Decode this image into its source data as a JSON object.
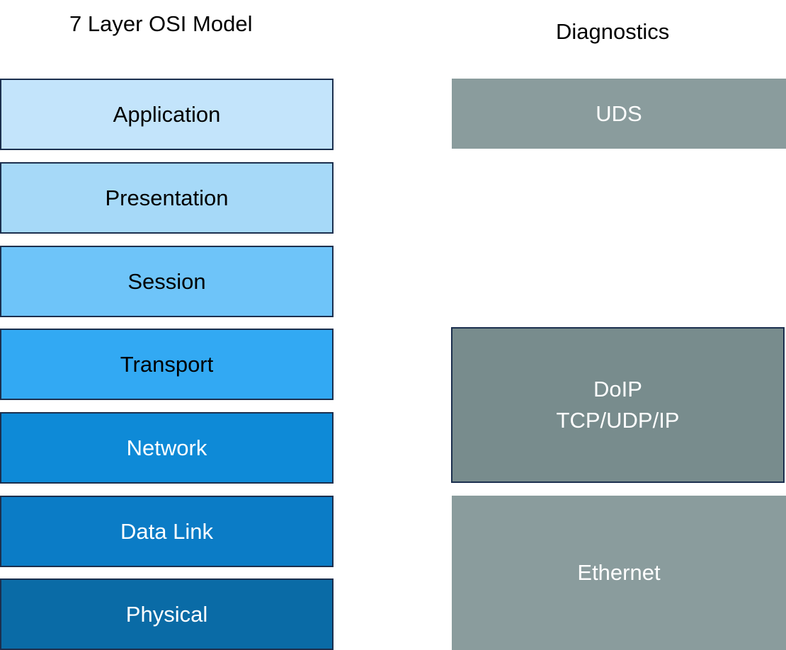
{
  "headings": {
    "osi_title": "7 Layer OSI Model",
    "diagnostics_title": "Diagnostics"
  },
  "osi_layers": [
    {
      "label": "Application",
      "fill": "#c3e4fb",
      "text_color": "#000000"
    },
    {
      "label": "Presentation",
      "fill": "#a6d9f8",
      "text_color": "#000000"
    },
    {
      "label": "Session",
      "fill": "#6ec4f9",
      "text_color": "#000000"
    },
    {
      "label": "Transport",
      "fill": "#32a9f3",
      "text_color": "#000000"
    },
    {
      "label": "Network",
      "fill": "#0e8ad7",
      "text_color": "#ffffff"
    },
    {
      "label": "Data Link",
      "fill": "#0b7cc6",
      "text_color": "#ffffff"
    },
    {
      "label": "Physical",
      "fill": "#0a6ba6",
      "text_color": "#ffffff"
    }
  ],
  "diagnostics": {
    "uds": {
      "label": "UDS",
      "fill": "#8a9c9d"
    },
    "doip": {
      "line1": "DoIP",
      "line2": "TCP/UDP/IP",
      "fill": "#788c8d"
    },
    "ethernet": {
      "label": "Ethernet",
      "fill": "#8a9c9d"
    }
  }
}
